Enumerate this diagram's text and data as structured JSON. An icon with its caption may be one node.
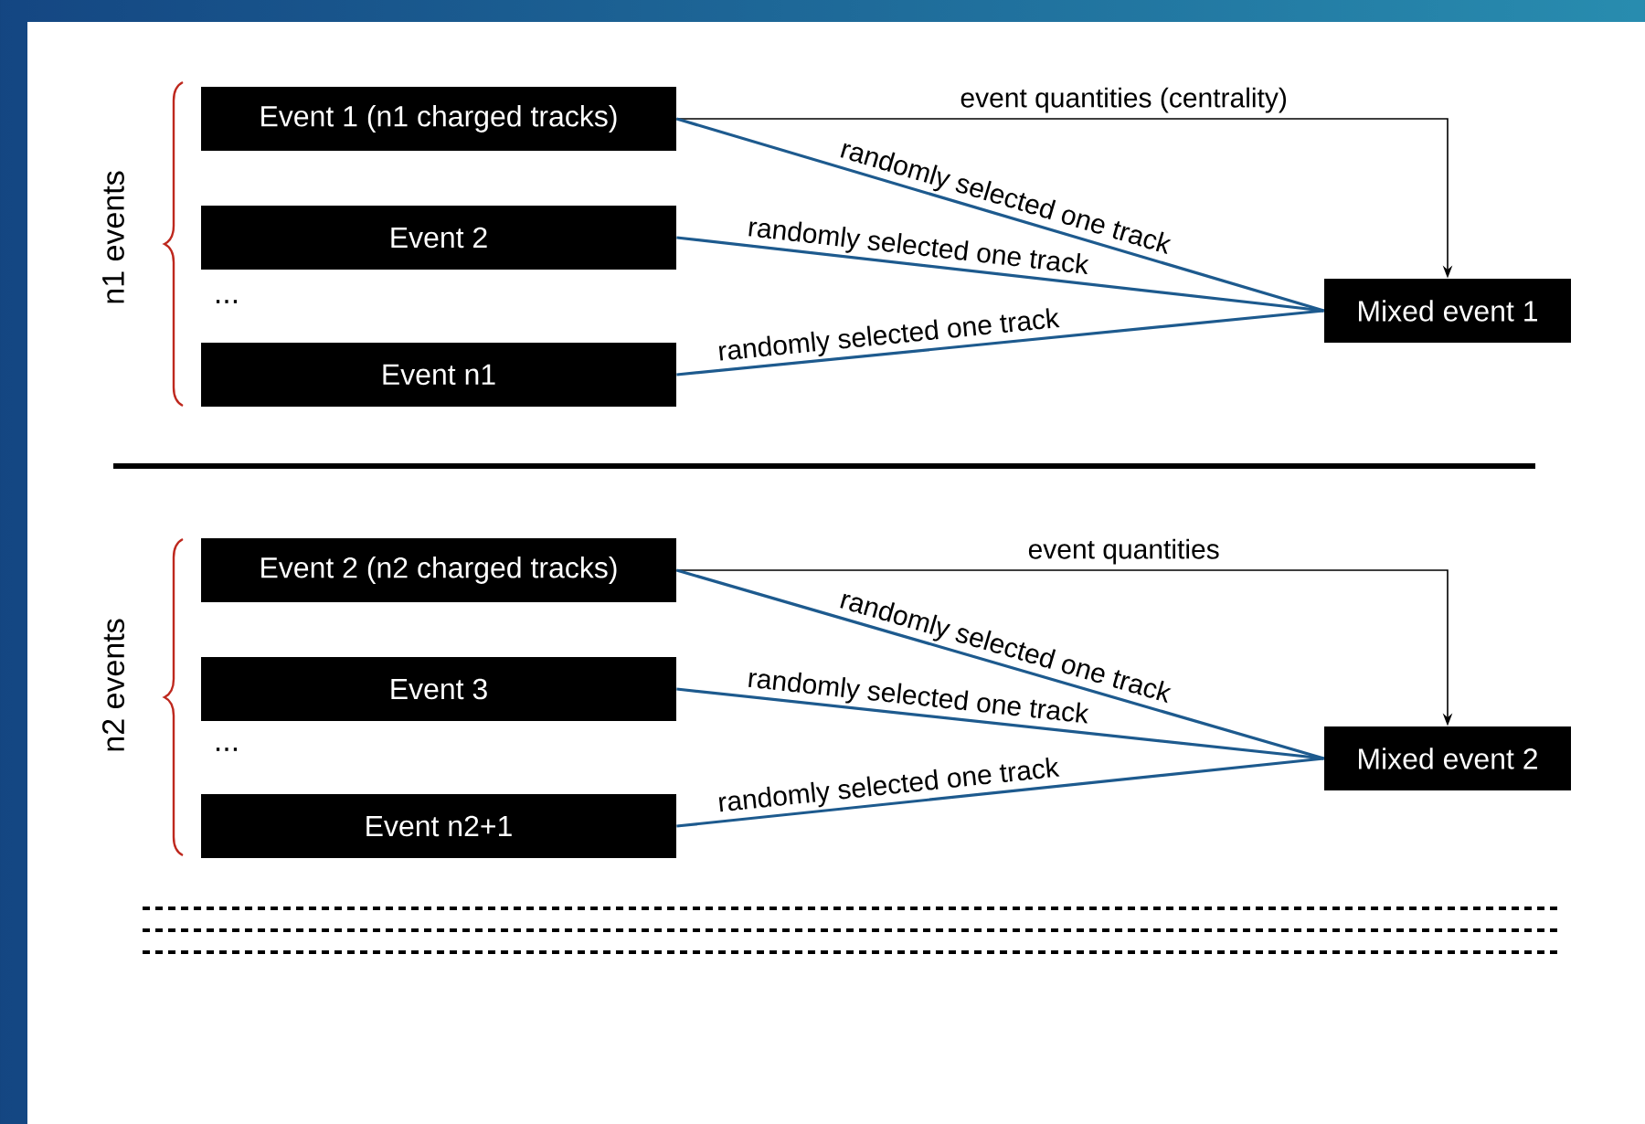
{
  "diagram": {
    "nodes": [
      {
        "text": [
          "Event 1 (n1 charged tracks)"
        ]
      },
      {
        "text": [
          "Event 2"
        ]
      },
      {
        "text": [
          "Event n1"
        ]
      },
      {
        "text": [
          "Mixed event 1"
        ]
      },
      {
        "text": [
          "Event 2 (n2 charged tracks)"
        ]
      },
      {
        "text": [
          "Event 3"
        ]
      },
      {
        "text": [
          "Event n2+1"
        ]
      },
      {
        "text": [
          "Mixed event 2"
        ]
      }
    ],
    "edges": [
      {
        "from": 0,
        "to": 3,
        "arrow": "to",
        "label": "event quantities (centrality)",
        "color": "#000000"
      },
      {
        "from": 0,
        "to": 3,
        "arrow": "none",
        "label": "randomly selected one track"
      },
      {
        "from": 1,
        "to": 3,
        "arrow": "none",
        "label": "randomly selected one track"
      },
      {
        "from": 2,
        "to": 3,
        "arrow": "none",
        "label": "randomly selected one track"
      },
      {
        "from": 4,
        "to": 7,
        "arrow": "to",
        "label": "event quantities",
        "color": "#000000"
      },
      {
        "from": 4,
        "to": 7,
        "arrow": "none",
        "label": "randomly selected one track"
      },
      {
        "from": 5,
        "to": 7,
        "arrow": "none",
        "label": "randomly selected one track"
      },
      {
        "from": 6,
        "to": 7,
        "arrow": "none",
        "label": "randomly selected one track"
      }
    ],
    "labels": [
      "n1 events",
      "...",
      "n2 events",
      "..."
    ]
  }
}
